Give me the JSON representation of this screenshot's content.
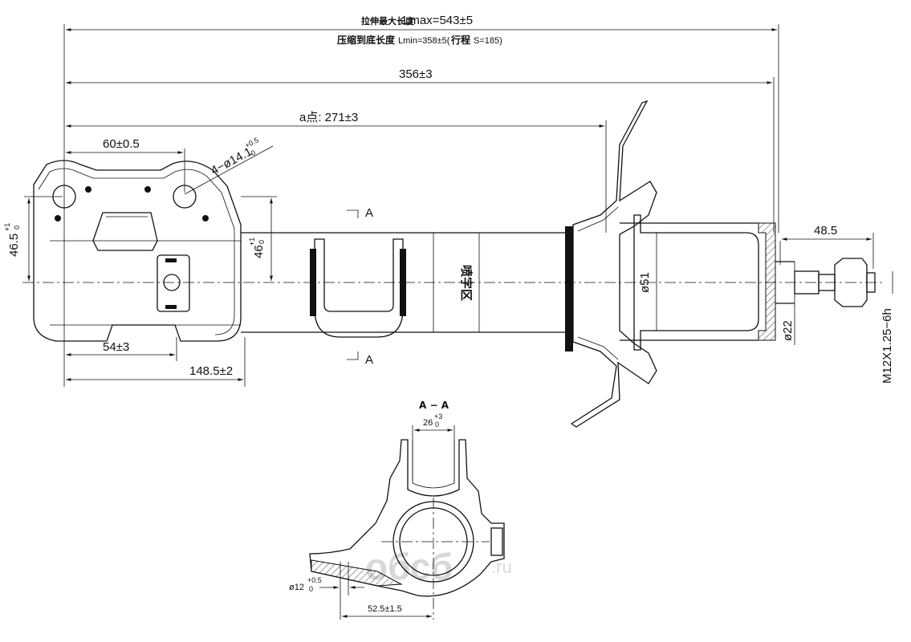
{
  "title_top": {
    "lmax_prefix": "拉伸最大长度",
    "lmax_value": "Lmax=543±5",
    "lmin_prefix": "压缩到底长度",
    "lmin_value": "Lmin=358±5(",
    "stroke_label": "行程",
    "stroke_value": "S=185)"
  },
  "dimensions": {
    "d356": "356±3",
    "d271": "a点: 271±3",
    "d60": "60±0.5",
    "d_holes": "4−ø14.1",
    "d_holes_tol_up": "+0.5",
    "d_holes_tol_dn": "0",
    "d465": "46.5",
    "d465_tol_up": "+1",
    "d465_tol_dn": "0",
    "d46": "46",
    "d46_tol_up": "+1",
    "d46_tol_dn": "0",
    "d54": "54±3",
    "d1485": "148.5±2",
    "d485": "48.5",
    "d51": "ø51",
    "d22": "ø22",
    "thread": "M12X1.25−6h",
    "section_mark": "A",
    "stamp": "喷字区",
    "section_title": "A − A",
    "d26": "26",
    "d26_tol_up": "+3",
    "d26_tol_dn": "0",
    "d12": "ø12",
    "d12_tol_up": "+0.5",
    "d12_tol_dn": "0",
    "d525": "52.5±1.5"
  },
  "watermark": {
    "text": "oбсб",
    "suffix": ".ru"
  },
  "colors": {
    "line": "#111111",
    "watermark": "#d8d8d8"
  }
}
